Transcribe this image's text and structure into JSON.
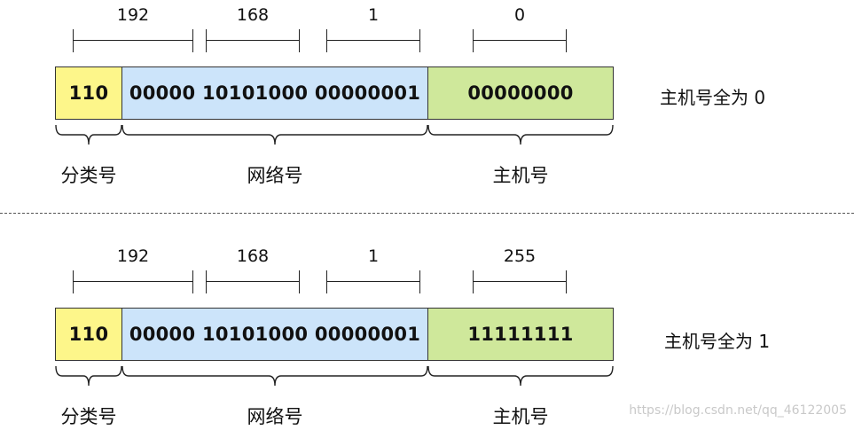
{
  "panels": [
    {
      "octets": [
        "192",
        "168",
        "1",
        "0"
      ],
      "class_bits": "110",
      "network_bits": "00000 10101000 00000001",
      "host_bits": "00000000",
      "labels": {
        "class": "分类号",
        "network": "网络号",
        "host": "主机号"
      },
      "caption": "主机号全为 0"
    },
    {
      "octets": [
        "192",
        "168",
        "1",
        "255"
      ],
      "class_bits": "110",
      "network_bits": "00000 10101000 00000001",
      "host_bits": "11111111",
      "labels": {
        "class": "分类号",
        "network": "网络号",
        "host": "主机号"
      },
      "caption": "主机号全为 1"
    }
  ],
  "watermark": "https://blog.csdn.net/qq_46122005",
  "colors": {
    "class_field": "#fdf68a",
    "network_field": "#cce4fa",
    "host_field": "#cfe89b"
  }
}
